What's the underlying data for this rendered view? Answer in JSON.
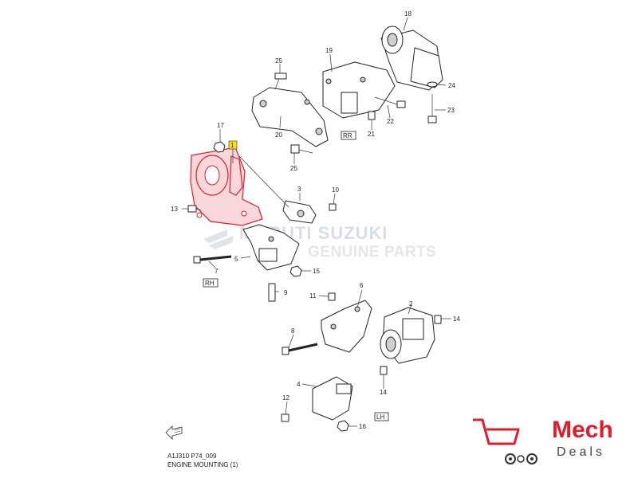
{
  "callouts": {
    "c1": "1",
    "c2": "2",
    "c3": "3",
    "c4": "4",
    "c5": "5",
    "c6": "6",
    "c7": "7",
    "c8": "8",
    "c9": "9",
    "c10": "10",
    "c11": "11",
    "c12": "12",
    "c13": "13",
    "c14a": "14",
    "c14b": "14",
    "c15": "15",
    "c16": "16",
    "c17": "17",
    "c18": "18",
    "c19": "19",
    "c20": "20",
    "c21": "21",
    "c22": "22",
    "c23": "23",
    "c24": "24",
    "c25a": "25",
    "c25b": "25"
  },
  "tags": {
    "rr": "RR",
    "rh": "RH",
    "lh": "LH"
  },
  "watermark": {
    "brand": "MARUTI SUZUKI",
    "sub": "GENUINE PARTS"
  },
  "caption": {
    "code": "A1J310 P74_009",
    "title": "ENGINE MOUNTING (1)"
  },
  "logo": {
    "mech": "Mech",
    "deals": "Deals"
  },
  "colors": {
    "highlight": "#e11d2c",
    "callout_box": "#ffe600",
    "watermark": "#c9d0de"
  }
}
